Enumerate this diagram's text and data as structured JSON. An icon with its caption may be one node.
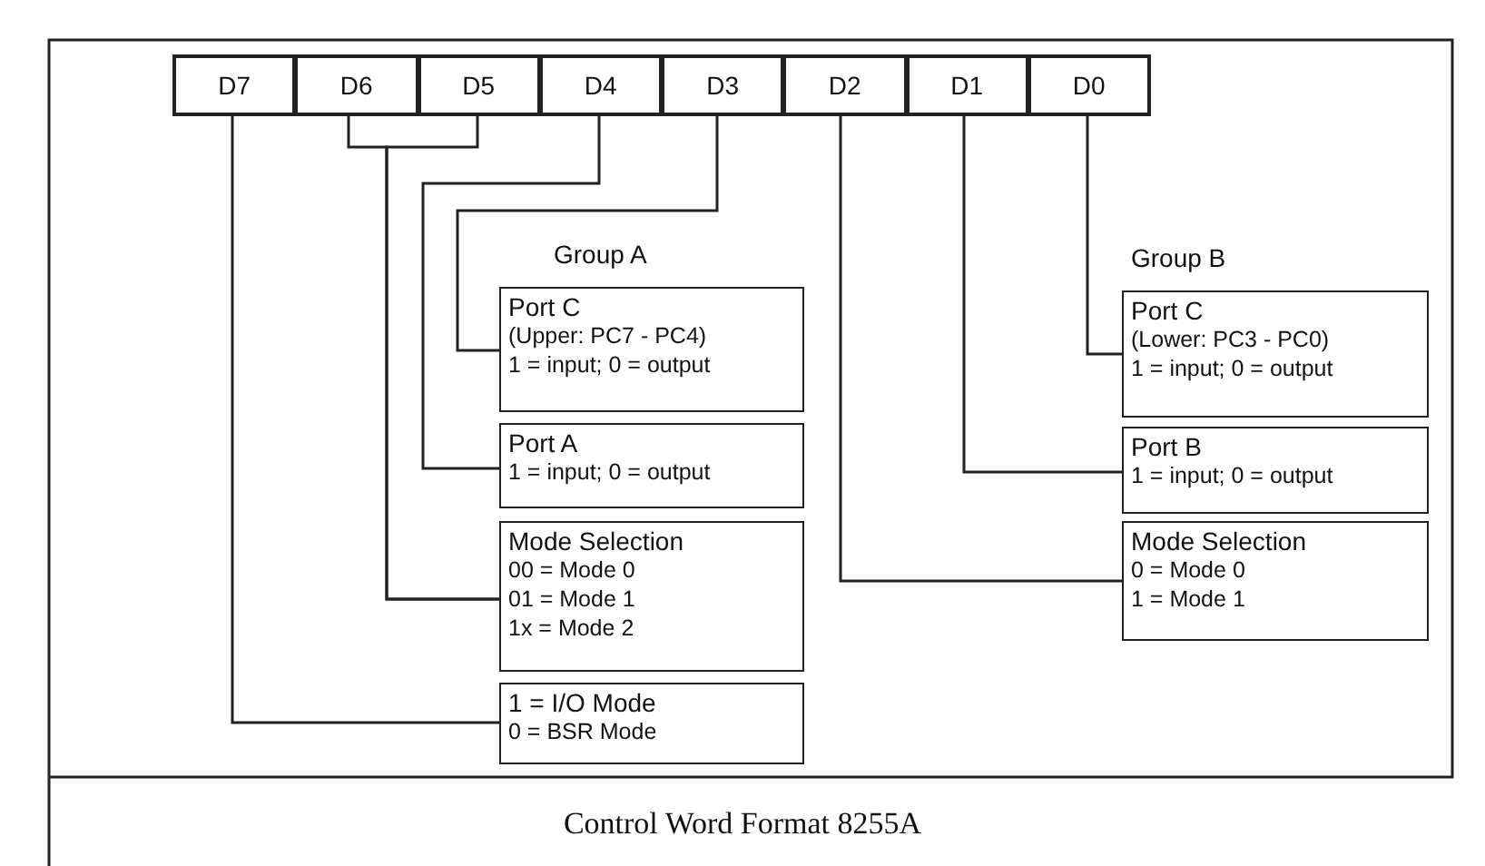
{
  "diagram": {
    "caption": "Control Word Format 8255A",
    "nodes": [
      {
        "text": [
          "D7"
        ]
      },
      {
        "text": [
          "D6"
        ]
      },
      {
        "text": [
          "D5"
        ]
      },
      {
        "text": [
          "D4"
        ]
      },
      {
        "text": [
          "D3"
        ]
      },
      {
        "text": [
          "D2"
        ]
      },
      {
        "text": [
          "D1"
        ]
      },
      {
        "text": [
          "D0"
        ]
      },
      {
        "text": [
          "Port C",
          "(Upper: PC7 - PC4)",
          "1 = input; 0 = output"
        ]
      },
      {
        "text": [
          "Port A",
          "1 = input; 0 = output"
        ]
      },
      {
        "text": [
          "Mode Selection",
          "00 = Mode 0",
          "01 = Mode 1",
          "1x = Mode 2"
        ]
      },
      {
        "text": [
          "1 = I/O Mode",
          "0 = BSR Mode"
        ]
      },
      {
        "text": [
          "Port C",
          "(Lower: PC3 - PC0)",
          "1 = input; 0 = output"
        ]
      },
      {
        "text": [
          "Port B",
          "1 = input; 0 = output"
        ]
      },
      {
        "text": [
          "Mode Selection",
          "0 = Mode 0",
          "1 = Mode 1"
        ]
      }
    ],
    "edges": [
      {
        "from": 0,
        "to": 11,
        "arrow": "none"
      },
      {
        "from": 1,
        "to": 10,
        "arrow": "none"
      },
      {
        "from": 2,
        "to": 10,
        "arrow": "none"
      },
      {
        "from": 3,
        "to": 9,
        "arrow": "none"
      },
      {
        "from": 4,
        "to": 8,
        "arrow": "none"
      },
      {
        "from": 5,
        "to": 14,
        "arrow": "none"
      },
      {
        "from": 6,
        "to": 13,
        "arrow": "none"
      },
      {
        "from": 7,
        "to": 12,
        "arrow": "none"
      }
    ],
    "labels": [
      "Group A",
      "Group B"
    ]
  }
}
